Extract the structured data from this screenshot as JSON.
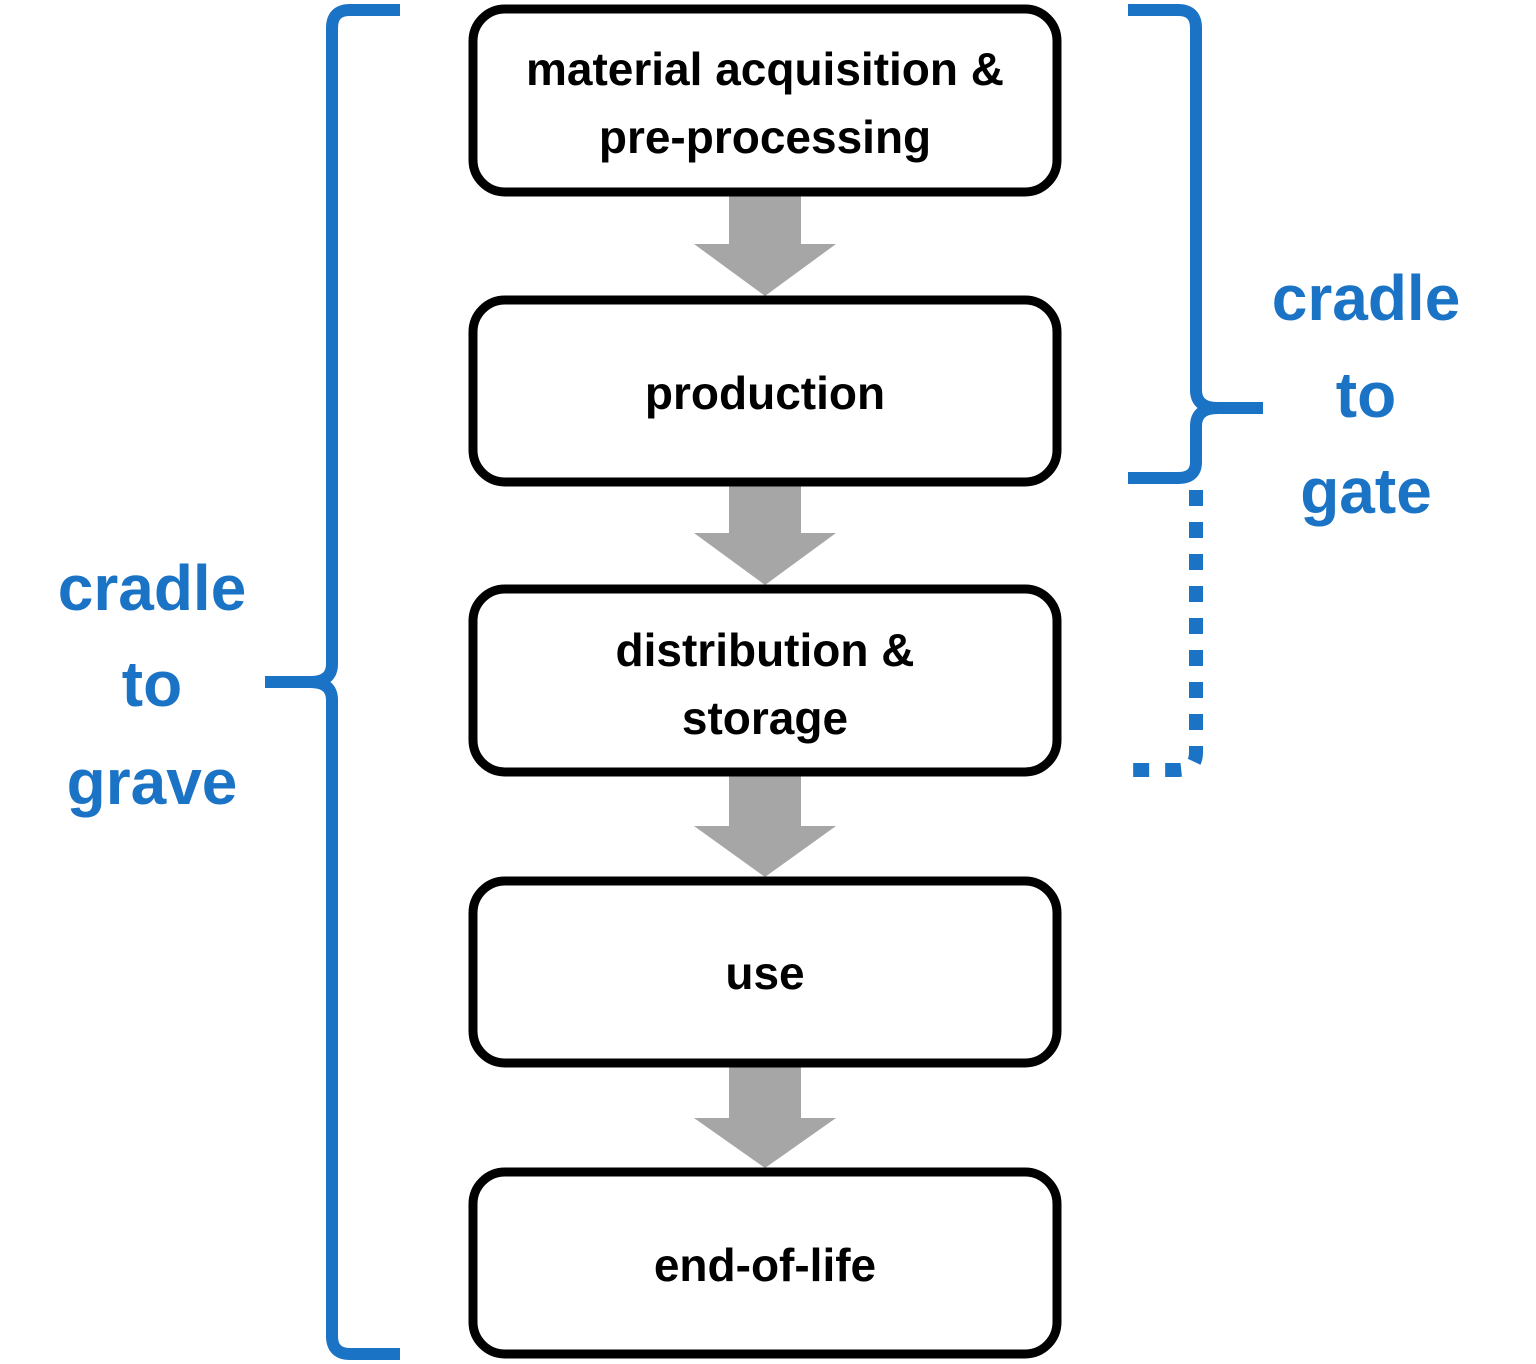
{
  "colors": {
    "scope_blue": "#1a73c4",
    "arrow_gray": "#a6a6a6",
    "box_border": "#000000"
  },
  "stages": [
    {
      "lines": [
        "material acquisition &",
        "pre-processing"
      ]
    },
    {
      "lines": [
        "production"
      ]
    },
    {
      "lines": [
        "distribution &",
        "storage"
      ]
    },
    {
      "lines": [
        "use"
      ]
    },
    {
      "lines": [
        "end-of-life"
      ]
    }
  ],
  "scopes": {
    "cradle_to_grave": {
      "lines": [
        "cradle",
        "to",
        "grave"
      ]
    },
    "cradle_to_gate": {
      "lines": [
        "cradle",
        "to",
        "gate"
      ]
    }
  }
}
